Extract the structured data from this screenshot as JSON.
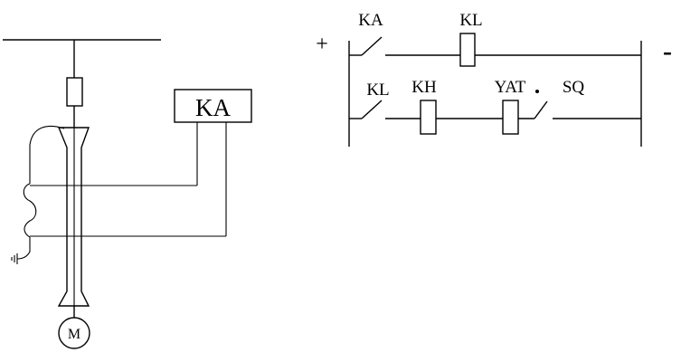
{
  "left_circuit": {
    "relay_box_label": "KA",
    "motor_label": "M"
  },
  "control_circuit": {
    "positive_label": "+",
    "negative_label": "-",
    "rung1": {
      "contact_label": "KA",
      "coil_label": "KL"
    },
    "rung2": {
      "contact_label": "KL",
      "coil1_label": "KH",
      "coil2_label": "YAT",
      "switch_label": "SQ"
    }
  }
}
